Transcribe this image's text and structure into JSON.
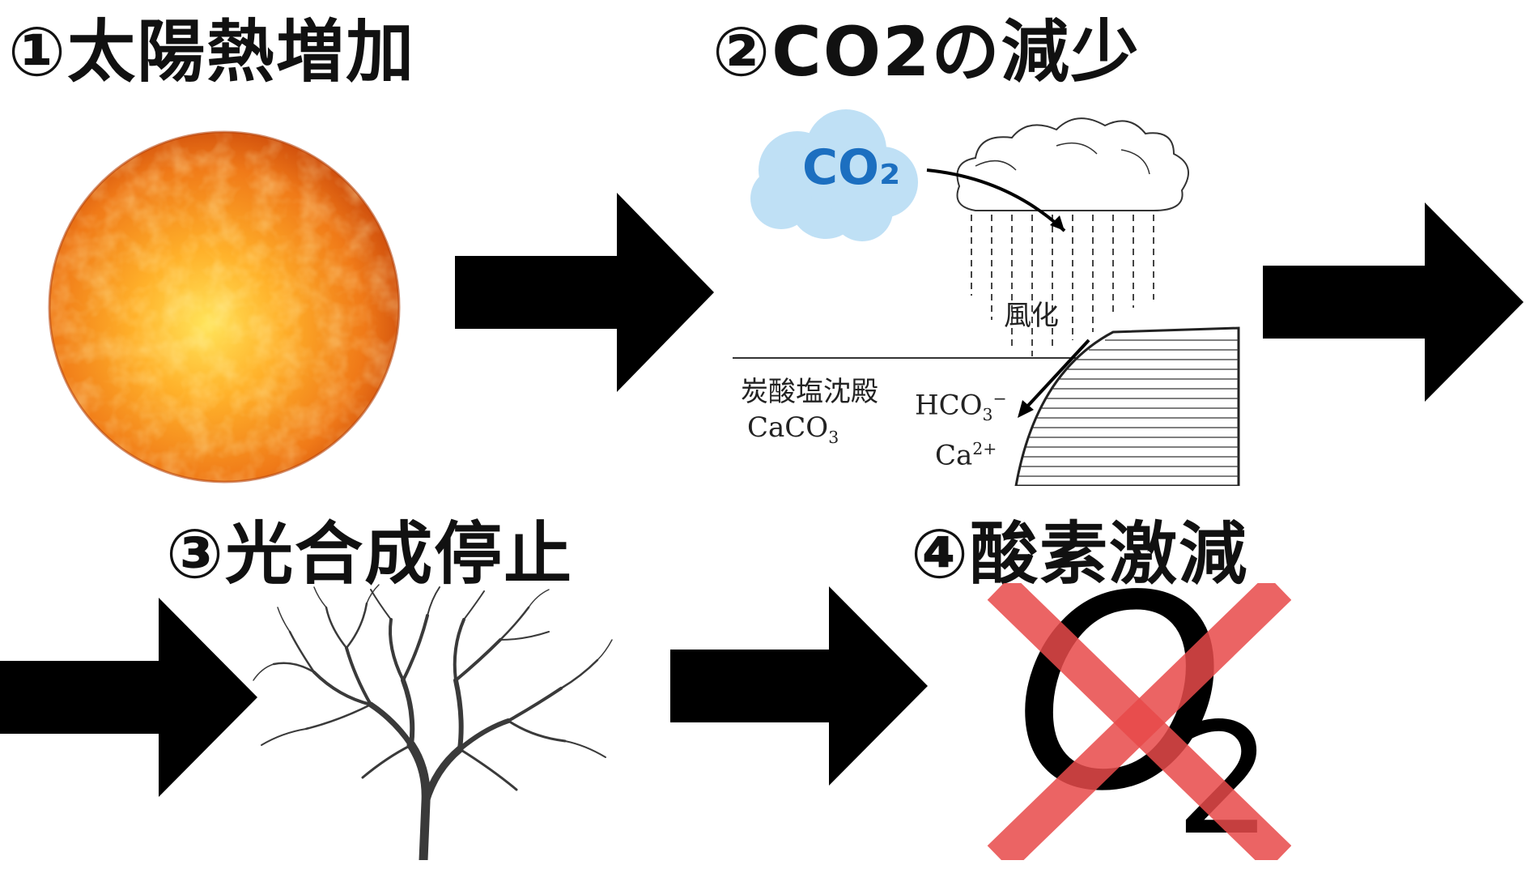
{
  "steps": {
    "step1": {
      "title": "①太陽熱増加"
    },
    "step2": {
      "title": "②CO2の減少"
    },
    "step3": {
      "title": "③光合成停止"
    },
    "step4": {
      "title": "④酸素激減"
    }
  },
  "weathering_diagram": {
    "cloud_label": "CO₂",
    "weathering_label": "風化",
    "sediment_label": "炭酸塩沈殿",
    "caco3": {
      "base": "CaCO",
      "sub": "3"
    },
    "hco3": {
      "base": "HCO",
      "sub": "3",
      "sup": "−"
    },
    "ca": {
      "base": "Ca",
      "sup": "2+"
    }
  },
  "oxygen_symbol": {
    "letter": "O",
    "subscript": "2"
  },
  "colors": {
    "sun_core": "#ffd23a",
    "sun_edge": "#e2560e",
    "cloud_fill": "#bfe0f5",
    "cloud_text": "#1c6fc0",
    "cross_red": "#e84a4a",
    "arrow": "#000000"
  },
  "icons": [
    "sun-image",
    "co2-cloud-icon",
    "bare-tree-image",
    "red-cross-icon",
    "right-arrow-icon"
  ]
}
